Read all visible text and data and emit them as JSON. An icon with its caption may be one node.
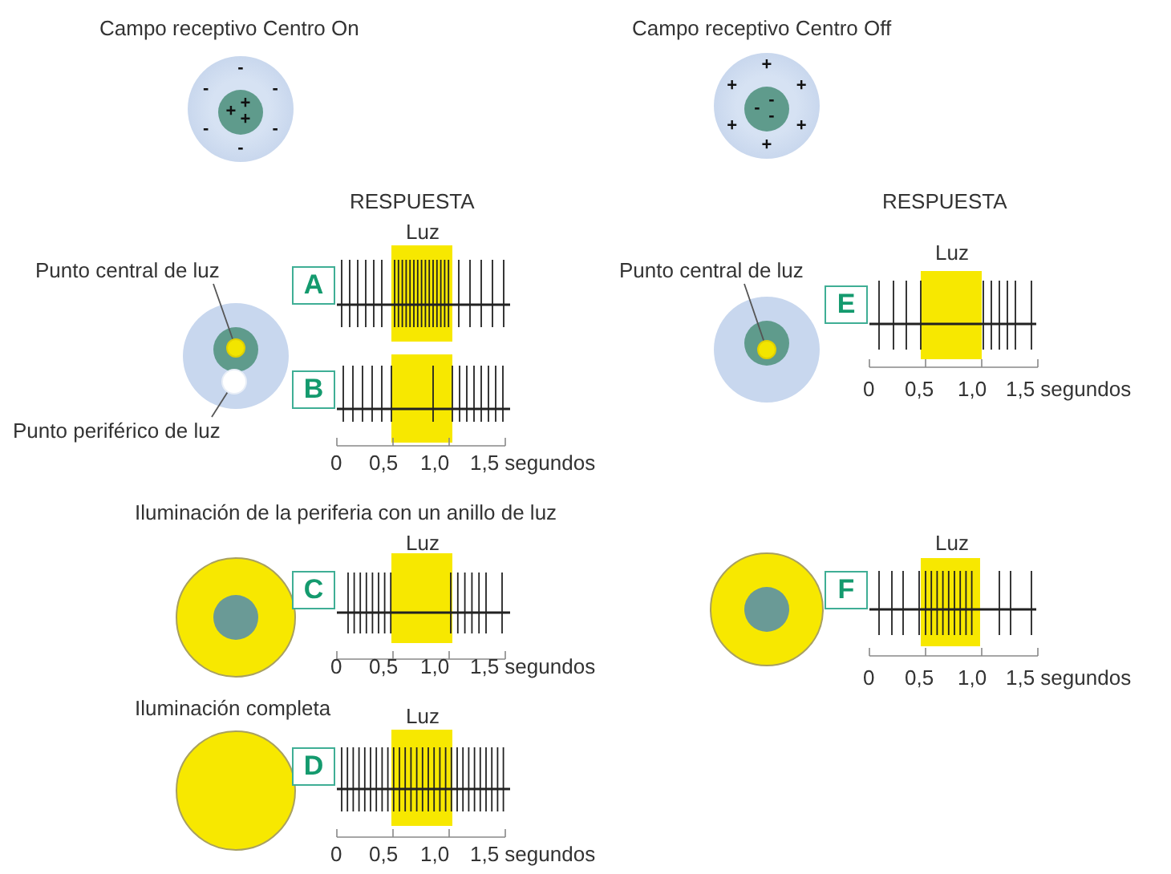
{
  "diagram": {
    "nodes": [
      {
        "text": [
          "-",
          "-",
          "-",
          "-",
          "-",
          "-"
        ]
      },
      {
        "text": [
          "+",
          "+",
          "+"
        ],
        "in": 0
      },
      {
        "text": [
          "+",
          "+",
          "+",
          "+",
          "+",
          "+"
        ]
      },
      {
        "text": [
          "-",
          "-",
          "-"
        ],
        "in": 2
      },
      {
        "text": [
          "Punto central de luz"
        ]
      },
      {
        "text": [],
        "shape": "circle"
      },
      {
        "text": [
          "Punto periférico de luz"
        ]
      },
      {
        "text": [],
        "shape": "circle"
      },
      {
        "text": [
          "A"
        ]
      },
      {
        "text": [
          "B"
        ]
      },
      {
        "text": [
          "Punto central de luz"
        ]
      },
      {
        "text": [],
        "shape": "circle"
      },
      {
        "text": [
          "E"
        ]
      },
      {
        "text": [
          "C"
        ]
      },
      {
        "text": [
          "F"
        ]
      },
      {
        "text": [
          "D"
        ]
      }
    ],
    "edges": [
      {
        "from": 4,
        "to": 5,
        "arrow": "none"
      },
      {
        "from": 6,
        "to": 7,
        "arrow": "none"
      },
      {
        "from": 10,
        "to": 11,
        "arrow": "none"
      }
    ],
    "labels": [
      "Campo receptivo Centro On",
      "Campo receptivo Centro Off",
      "RESPUESTA",
      "RESPUESTA",
      "Luz",
      "Luz",
      "0",
      "0,5",
      "1,0",
      "1,5 segundos",
      "0",
      "0,5",
      "1,0",
      "1,5 segundos",
      "Iluminación de la periferia con un anillo de luz",
      "Luz",
      "Luz",
      "0",
      "0,5",
      "1,0",
      "1,5 segundos",
      "0",
      "0,5",
      "1,0",
      "1,5 segundos",
      "Iluminación completa",
      "Luz",
      "0",
      "0,5",
      "1,0",
      "1,5 segundos"
    ]
  }
}
